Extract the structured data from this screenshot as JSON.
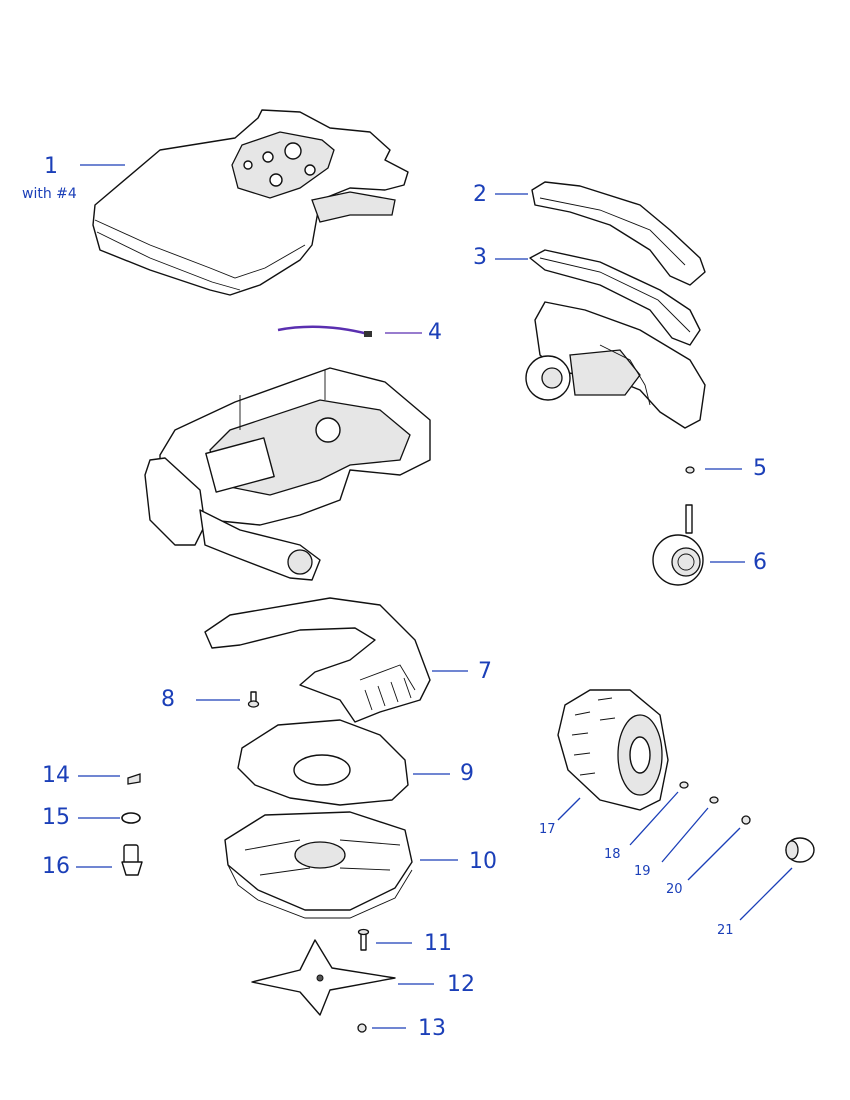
{
  "callouts": [
    {
      "id": "1",
      "label": "1",
      "note": "with #4"
    },
    {
      "id": "2",
      "label": "2"
    },
    {
      "id": "3",
      "label": "3"
    },
    {
      "id": "4",
      "label": "4"
    },
    {
      "id": "5",
      "label": "5"
    },
    {
      "id": "6",
      "label": "6"
    },
    {
      "id": "7",
      "label": "7"
    },
    {
      "id": "8",
      "label": "8"
    },
    {
      "id": "9",
      "label": "9"
    },
    {
      "id": "10",
      "label": "10"
    },
    {
      "id": "11",
      "label": "11"
    },
    {
      "id": "12",
      "label": "12"
    },
    {
      "id": "13",
      "label": "13"
    },
    {
      "id": "14",
      "label": "14"
    },
    {
      "id": "15",
      "label": "15"
    },
    {
      "id": "16",
      "label": "16"
    },
    {
      "id": "17",
      "label": "17"
    },
    {
      "id": "18",
      "label": "18"
    },
    {
      "id": "19",
      "label": "19"
    },
    {
      "id": "20",
      "label": "20"
    },
    {
      "id": "21",
      "label": "21"
    }
  ],
  "colors": {
    "callout": "#1b3fb8",
    "cable": "#5a2fb0",
    "outline": "#111111"
  }
}
